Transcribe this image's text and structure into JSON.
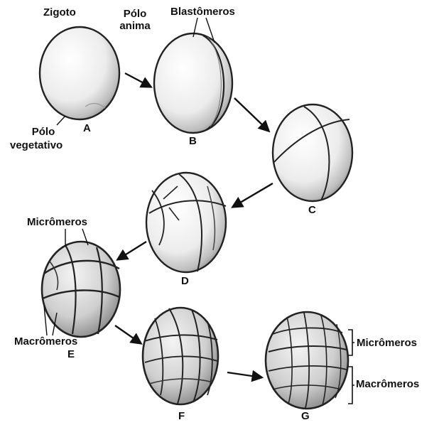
{
  "labels": {
    "zigoto": "Zigoto",
    "polo_animal_line1": "Pólo",
    "polo_animal_line2": "anima",
    "polo_vegetativo_line1": "Pólo",
    "polo_vegetativo_line2": "vegetativo",
    "blastomeros": "Blastômeros",
    "micromeros_e": "Micrômeros",
    "macromeros_e": "Macrômeros",
    "micromeros_g": "Micrômeros",
    "macromeros_g": "Macrômeros"
  },
  "stages": [
    "A",
    "B",
    "C",
    "D",
    "E",
    "F",
    "G"
  ],
  "colors": {
    "ink": "#111111",
    "shade": "#9a9a9a",
    "background": "#ffffff"
  }
}
